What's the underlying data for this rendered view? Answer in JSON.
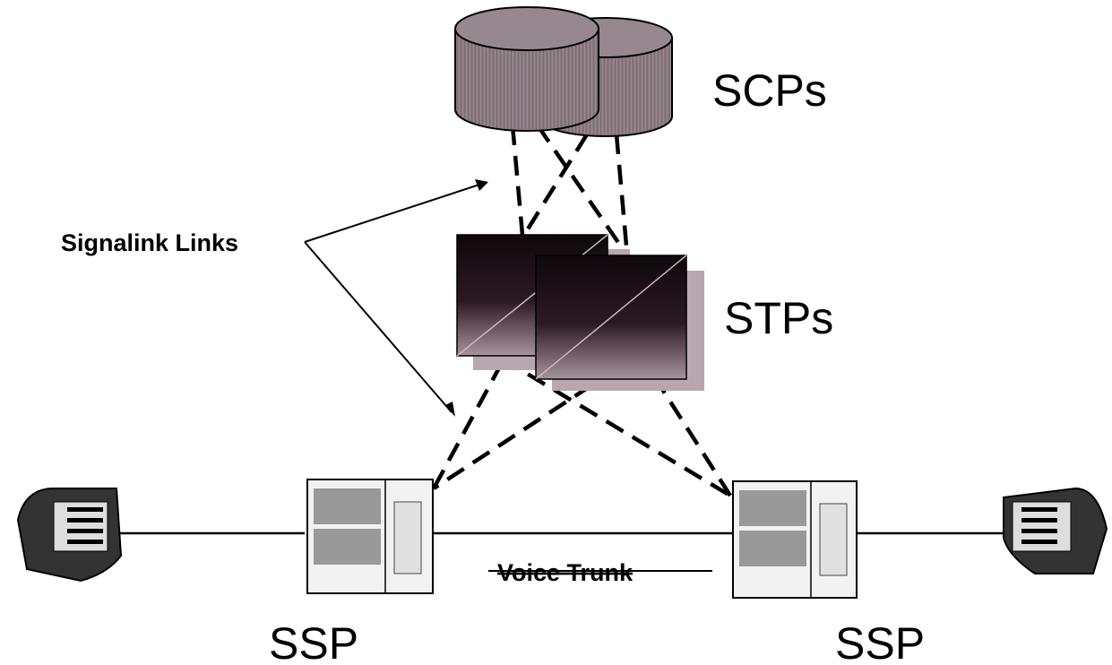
{
  "labels": {
    "scps": "SCPs",
    "stps": "STPs",
    "signal_links": "Signalink Links",
    "voice_trunk": "Voice Trunk",
    "ssp_left": "SSP",
    "ssp_right": "SSP"
  },
  "colors": {
    "scp_fill": "#8a7a80",
    "stp_dark": "#1a0f14",
    "stp_light": "#9a8a90",
    "line": "#000000"
  }
}
